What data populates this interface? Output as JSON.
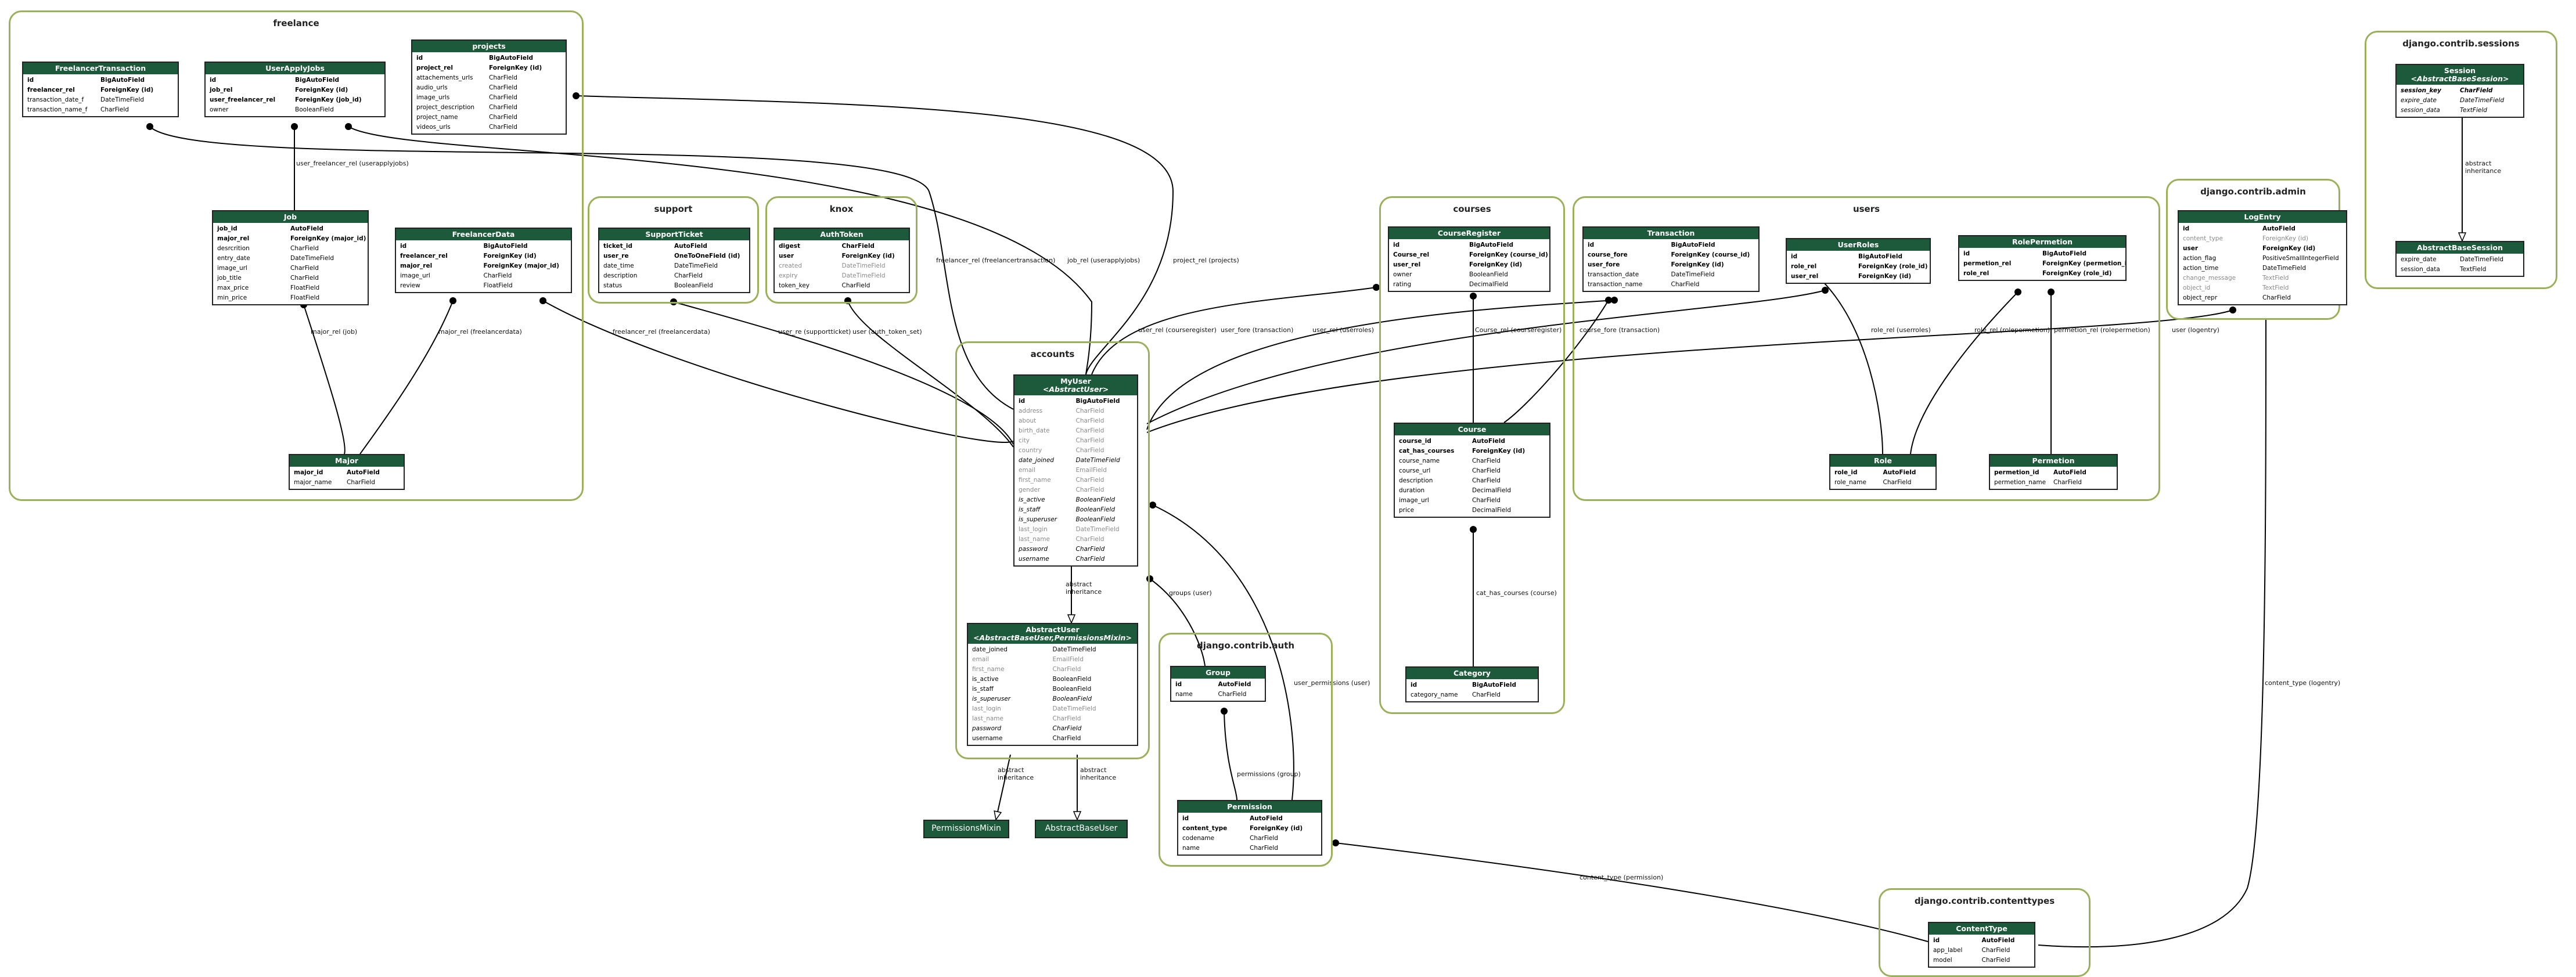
{
  "clusters": [
    {
      "id": "freelance",
      "title": "freelance"
    },
    {
      "id": "support",
      "title": "support"
    },
    {
      "id": "knox",
      "title": "knox"
    },
    {
      "id": "accounts",
      "title": "accounts"
    },
    {
      "id": "courses",
      "title": "courses"
    },
    {
      "id": "users",
      "title": "users"
    },
    {
      "id": "admin",
      "title": "django.contrib.admin"
    },
    {
      "id": "sessions",
      "title": "django.contrib.sessions"
    },
    {
      "id": "auth",
      "title": "django.contrib.auth"
    },
    {
      "id": "contenttypes",
      "title": "django.contrib.contenttypes"
    }
  ],
  "tables": [
    {
      "id": "FreelancerTransaction",
      "title": "FreelancerTransaction",
      "fields": [
        [
          "id",
          "BigAutoField",
          "b"
        ],
        [
          "freelancer_rel",
          "ForeignKey (id)",
          "b"
        ],
        [
          "transaction_date_f",
          "DateTimeField",
          ""
        ],
        [
          "transaction_name_f",
          "CharField",
          ""
        ]
      ]
    },
    {
      "id": "UserApplyJobs",
      "title": "UserApplyJobs",
      "fields": [
        [
          "id",
          "BigAutoField",
          "b"
        ],
        [
          "job_rel",
          "ForeignKey (id)",
          "b"
        ],
        [
          "user_freelancer_rel",
          "ForeignKey (job_id)",
          "b"
        ],
        [
          "owner",
          "BooleanField",
          ""
        ]
      ]
    },
    {
      "id": "projects",
      "title": "projects",
      "fields": [
        [
          "id",
          "BigAutoField",
          "b"
        ],
        [
          "project_rel",
          "ForeignKey (id)",
          "b"
        ],
        [
          "attachements_urls",
          "CharField",
          ""
        ],
        [
          "audio_urls",
          "CharField",
          ""
        ],
        [
          "image_urls",
          "CharField",
          ""
        ],
        [
          "project_description",
          "CharField",
          ""
        ],
        [
          "project_name",
          "CharField",
          ""
        ],
        [
          "videos_urls",
          "CharField",
          ""
        ]
      ]
    },
    {
      "id": "Job",
      "title": "Job",
      "fields": [
        [
          "job_id",
          "AutoField",
          "b"
        ],
        [
          "major_rel",
          "ForeignKey (major_id)",
          "b"
        ],
        [
          "desrcrition",
          "CharField",
          ""
        ],
        [
          "entry_date",
          "DateTimeField",
          ""
        ],
        [
          "image_url",
          "CharField",
          ""
        ],
        [
          "job_title",
          "CharField",
          ""
        ],
        [
          "max_price",
          "FloatField",
          ""
        ],
        [
          "min_price",
          "FloatField",
          ""
        ]
      ]
    },
    {
      "id": "FreelancerData",
      "title": "FreelancerData",
      "fields": [
        [
          "id",
          "BigAutoField",
          "b"
        ],
        [
          "freelancer_rel",
          "ForeignKey (id)",
          "b"
        ],
        [
          "major_rel",
          "ForeignKey (major_id)",
          "b"
        ],
        [
          "image_url",
          "CharField",
          ""
        ],
        [
          "review",
          "FloatField",
          ""
        ]
      ]
    },
    {
      "id": "Major",
      "title": "Major",
      "fields": [
        [
          "major_id",
          "AutoField",
          "b"
        ],
        [
          "major_name",
          "CharField",
          ""
        ]
      ]
    },
    {
      "id": "SupportTicket",
      "title": "SupportTicket",
      "fields": [
        [
          "ticket_id",
          "AutoField",
          "b"
        ],
        [
          "user_re",
          "OneToOneField (id)",
          "b"
        ],
        [
          "date_time",
          "DateTimeField",
          ""
        ],
        [
          "description",
          "CharField",
          ""
        ],
        [
          "status",
          "BooleanField",
          ""
        ]
      ]
    },
    {
      "id": "AuthToken",
      "title": "AuthToken",
      "fields": [
        [
          "digest",
          "CharField",
          "b"
        ],
        [
          "user",
          "ForeignKey (id)",
          "b"
        ],
        [
          "created",
          "DateTimeField",
          "g"
        ],
        [
          "expiry",
          "DateTimeField",
          "g"
        ],
        [
          "token_key",
          "CharField",
          ""
        ]
      ]
    },
    {
      "id": "MyUser",
      "title": "MyUser",
      "subtitle": "<AbstractUser>",
      "fields": [
        [
          "id",
          "BigAutoField",
          "b"
        ],
        [
          "address",
          "CharField",
          "g"
        ],
        [
          "about",
          "CharField",
          "g"
        ],
        [
          "birth_date",
          "CharField",
          "g"
        ],
        [
          "city",
          "CharField",
          "g"
        ],
        [
          "country",
          "CharField",
          "g"
        ],
        [
          "date_joined",
          "DateTimeField",
          "i"
        ],
        [
          "email",
          "EmailField",
          "g"
        ],
        [
          "first_name",
          "CharField",
          "g"
        ],
        [
          "gender",
          "CharField",
          "g"
        ],
        [
          "is_active",
          "BooleanField",
          "i"
        ],
        [
          "is_staff",
          "BooleanField",
          "i"
        ],
        [
          "is_superuser",
          "BooleanField",
          "i"
        ],
        [
          "last_login",
          "DateTimeField",
          "g"
        ],
        [
          "last_name",
          "CharField",
          "g"
        ],
        [
          "password",
          "CharField",
          "i"
        ],
        [
          "username",
          "CharField",
          "i"
        ]
      ]
    },
    {
      "id": "AbstractUser",
      "title": "AbstractUser",
      "subtitle": "<AbstractBaseUser,PermissionsMixin>",
      "fields": [
        [
          "date_joined",
          "DateTimeField",
          ""
        ],
        [
          "email",
          "EmailField",
          "g"
        ],
        [
          "first_name",
          "CharField",
          "g"
        ],
        [
          "is_active",
          "BooleanField",
          ""
        ],
        [
          "is_staff",
          "BooleanField",
          ""
        ],
        [
          "is_superuser",
          "BooleanField",
          "i"
        ],
        [
          "last_login",
          "DateTimeField",
          "g"
        ],
        [
          "last_name",
          "CharField",
          "g"
        ],
        [
          "password",
          "CharField",
          "i"
        ],
        [
          "username",
          "CharField",
          ""
        ]
      ]
    },
    {
      "id": "CourseRegister",
      "title": "CourseRegister",
      "fields": [
        [
          "id",
          "BigAutoField",
          "b"
        ],
        [
          "Course_rel",
          "ForeignKey (course_id)",
          "b"
        ],
        [
          "user_rel",
          "ForeignKey (id)",
          "b"
        ],
        [
          "owner",
          "BooleanField",
          ""
        ],
        [
          "rating",
          "DecimalField",
          ""
        ]
      ]
    },
    {
      "id": "Course",
      "title": "Course",
      "fields": [
        [
          "course_id",
          "AutoField",
          "b"
        ],
        [
          "cat_has_courses",
          "ForeignKey (id)",
          "b"
        ],
        [
          "course_name",
          "CharField",
          ""
        ],
        [
          "course_url",
          "CharField",
          ""
        ],
        [
          "description",
          "CharField",
          ""
        ],
        [
          "duration",
          "DecimalField",
          ""
        ],
        [
          "image_url",
          "CharField",
          ""
        ],
        [
          "price",
          "DecimalField",
          ""
        ]
      ]
    },
    {
      "id": "Category",
      "title": "Category",
      "fields": [
        [
          "id",
          "BigAutoField",
          "b"
        ],
        [
          "category_name",
          "CharField",
          ""
        ]
      ]
    },
    {
      "id": "Transaction",
      "title": "Transaction",
      "fields": [
        [
          "id",
          "BigAutoField",
          "b"
        ],
        [
          "course_fore",
          "ForeignKey (course_id)",
          "b"
        ],
        [
          "user_fore",
          "ForeignKey (id)",
          "b"
        ],
        [
          "transaction_date",
          "DateTimeField",
          ""
        ],
        [
          "transaction_name",
          "CharField",
          ""
        ]
      ]
    },
    {
      "id": "UserRoles",
      "title": "UserRoles",
      "fields": [
        [
          "id",
          "BigAutoField",
          "b"
        ],
        [
          "role_rel",
          "ForeignKey (role_id)",
          "b"
        ],
        [
          "user_rel",
          "ForeignKey (id)",
          "b"
        ]
      ]
    },
    {
      "id": "RolePermetion",
      "title": "RolePermetion",
      "fields": [
        [
          "id",
          "BigAutoField",
          "b"
        ],
        [
          "permetion_rel",
          "ForeignKey (permetion_id)",
          "b"
        ],
        [
          "role_rel",
          "ForeignKey (role_id)",
          "b"
        ]
      ]
    },
    {
      "id": "Role",
      "title": "Role",
      "fields": [
        [
          "role_id",
          "AutoField",
          "b"
        ],
        [
          "role_name",
          "CharField",
          ""
        ]
      ]
    },
    {
      "id": "Permetion",
      "title": "Permetion",
      "fields": [
        [
          "permetion_id",
          "AutoField",
          "b"
        ],
        [
          "permetion_name",
          "CharField",
          ""
        ]
      ]
    },
    {
      "id": "LogEntry",
      "title": "LogEntry",
      "fields": [
        [
          "id",
          "AutoField",
          "b"
        ],
        [
          "content_type",
          "ForeignKey (id)",
          "g"
        ],
        [
          "user",
          "ForeignKey (id)",
          "b"
        ],
        [
          "action_flag",
          "PositiveSmallIntegerField",
          ""
        ],
        [
          "action_time",
          "DateTimeField",
          ""
        ],
        [
          "change_message",
          "TextField",
          "g"
        ],
        [
          "object_id",
          "TextField",
          "g"
        ],
        [
          "object_repr",
          "CharField",
          ""
        ]
      ]
    },
    {
      "id": "Session",
      "title": "Session",
      "subtitle": "<AbstractBaseSession>",
      "fields": [
        [
          "session_key",
          "CharField",
          "bi"
        ],
        [
          "expire_date",
          "DateTimeField",
          "i"
        ],
        [
          "session_data",
          "TextField",
          "i"
        ]
      ]
    },
    {
      "id": "AbstractBaseSession",
      "title": "AbstractBaseSession",
      "fields": [
        [
          "expire_date",
          "DateTimeField",
          ""
        ],
        [
          "session_data",
          "TextField",
          ""
        ]
      ]
    },
    {
      "id": "Group",
      "title": "Group",
      "fields": [
        [
          "id",
          "AutoField",
          "b"
        ],
        [
          "name",
          "CharField",
          ""
        ]
      ]
    },
    {
      "id": "Permission",
      "title": "Permission",
      "fields": [
        [
          "id",
          "AutoField",
          "b"
        ],
        [
          "content_type",
          "ForeignKey (id)",
          "b"
        ],
        [
          "codename",
          "CharField",
          ""
        ],
        [
          "name",
          "CharField",
          ""
        ]
      ]
    },
    {
      "id": "ContentType",
      "title": "ContentType",
      "fields": [
        [
          "id",
          "AutoField",
          "b"
        ],
        [
          "app_label",
          "CharField",
          ""
        ],
        [
          "model",
          "CharField",
          ""
        ]
      ]
    }
  ],
  "plain_nodes": [
    {
      "id": "PermissionsMixin",
      "label": "PermissionsMixin"
    },
    {
      "id": "AbstractBaseUser",
      "label": "AbstractBaseUser"
    }
  ],
  "edges": [
    {
      "id": "e1",
      "label": "user_freelancer_rel (userapplyjobs)"
    },
    {
      "id": "e2",
      "label": "freelancer_rel (freelancertransaction)"
    },
    {
      "id": "e3",
      "label": "job_rel (userapplyjobs)"
    },
    {
      "id": "e4",
      "label": "project_rel (projects)"
    },
    {
      "id": "e5",
      "label": "major_rel (job)"
    },
    {
      "id": "e6",
      "label": "major_rel (freelancerdata)"
    },
    {
      "id": "e7",
      "label": "freelancer_rel (freelancerdata)"
    },
    {
      "id": "e8",
      "label": "user_re (supportticket)"
    },
    {
      "id": "e9",
      "label": "user (auth_token_set)"
    },
    {
      "id": "e10",
      "label": "user_rel (courseregister)"
    },
    {
      "id": "e11",
      "label": "user_fore (transaction)"
    },
    {
      "id": "e12",
      "label": "user_rel (userroles)"
    },
    {
      "id": "e13",
      "label": "user (logentry)"
    },
    {
      "id": "e14",
      "label": "Course_rel (courseregister)"
    },
    {
      "id": "e15",
      "label": "course_fore (transaction)"
    },
    {
      "id": "e16",
      "label": "cat_has_courses (course)"
    },
    {
      "id": "e17",
      "label": "role_rel (userroles)"
    },
    {
      "id": "e18",
      "label": "role_rel (rolepermetion)"
    },
    {
      "id": "e19",
      "label": "permetion_rel (rolepermetion)"
    },
    {
      "id": "e20",
      "label": "abstract\ninheritance"
    },
    {
      "id": "e21",
      "label": "abstract\ninheritance"
    },
    {
      "id": "e22",
      "label": "abstract\ninheritance"
    },
    {
      "id": "e23",
      "label": "groups (user)"
    },
    {
      "id": "e24",
      "label": "user_permissions (user)"
    },
    {
      "id": "e25",
      "label": "permissions (group)"
    },
    {
      "id": "e26",
      "label": "content_type (permission)"
    },
    {
      "id": "e27",
      "label": "content_type (logentry)"
    },
    {
      "id": "e28",
      "label": "abstract\ninheritance"
    }
  ]
}
